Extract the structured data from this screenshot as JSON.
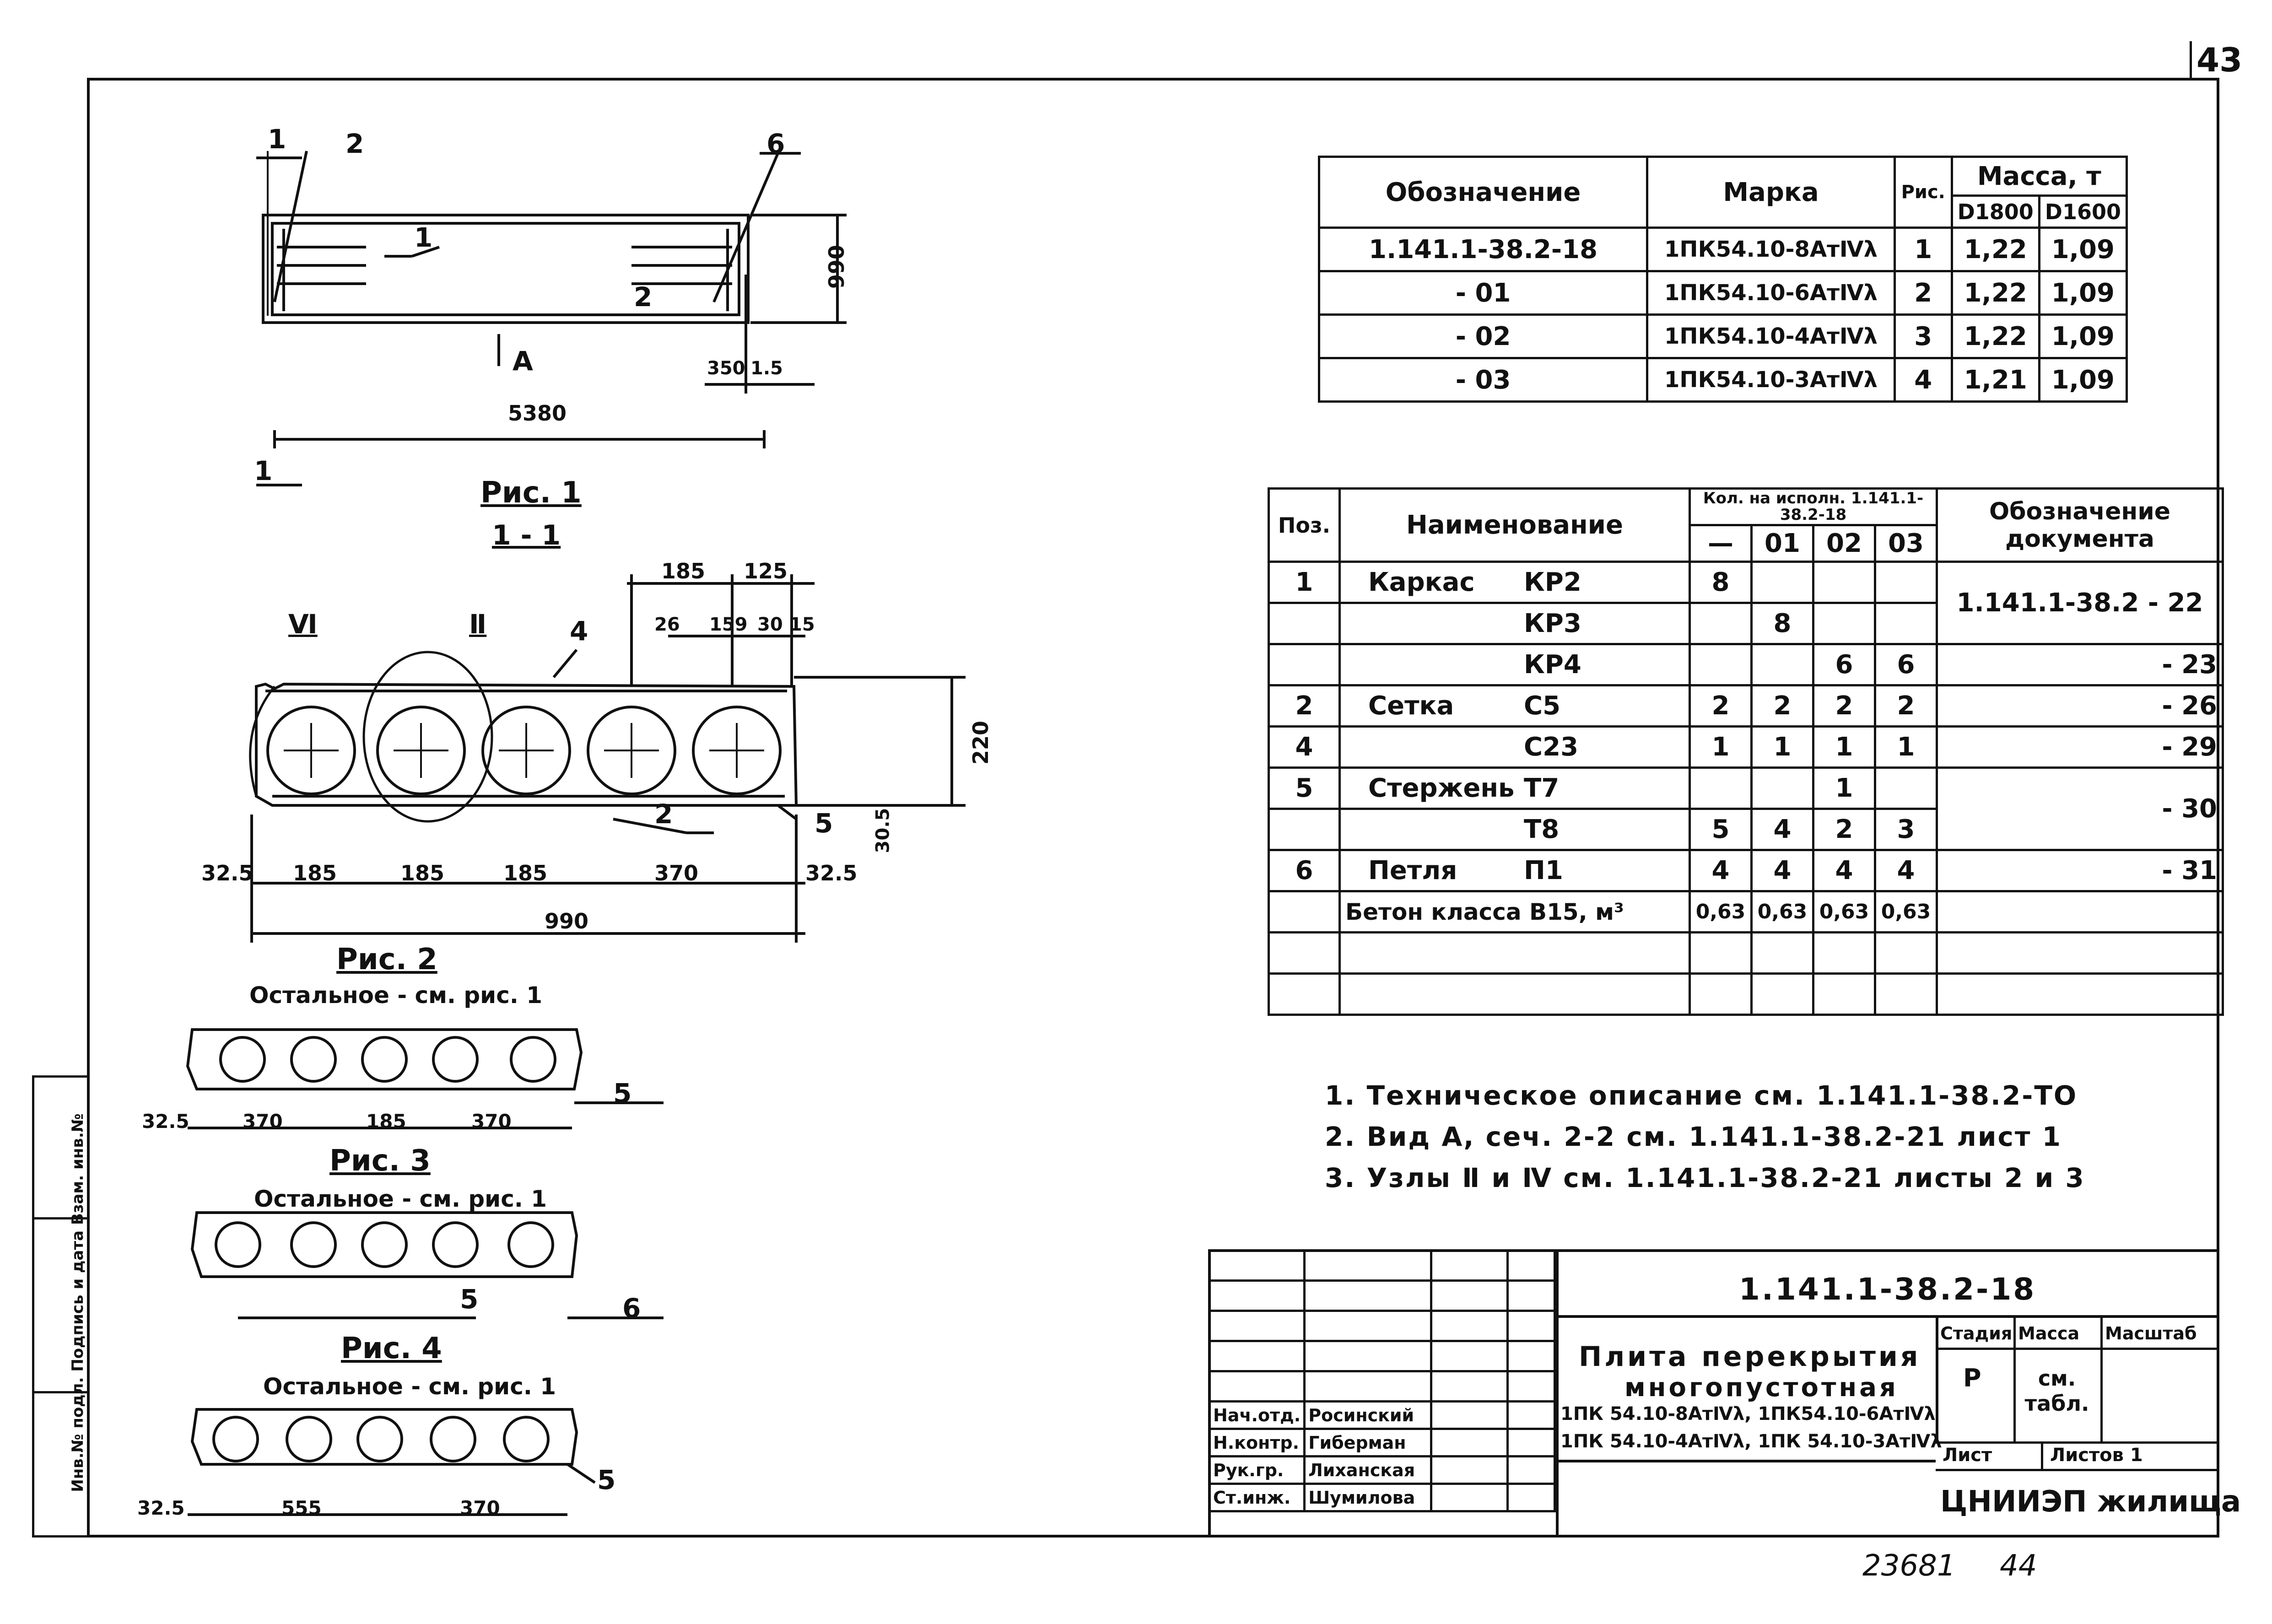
{
  "page_number": "43",
  "drawing_number": "23681",
  "sheet_ref": "44",
  "marks_table": {
    "headers": {
      "designation": "Обозначение",
      "mark": "Марка",
      "fig": "Рис.",
      "mass": "Масса, т",
      "mass_d1800": "D1800",
      "mass_d1600": "D1600"
    },
    "rows": [
      {
        "designation": "1.141.1-38.2-18",
        "mark": "1ПК54.10-8АтⅣλ",
        "fig": "1",
        "m1800": "1,22",
        "m1600": "1,09"
      },
      {
        "designation": "- 01",
        "mark": "1ПК54.10-6АтⅣλ",
        "fig": "2",
        "m1800": "1,22",
        "m1600": "1,09"
      },
      {
        "designation": "- 02",
        "mark": "1ПК54.10-4АтⅣλ",
        "fig": "3",
        "m1800": "1,22",
        "m1600": "1,09"
      },
      {
        "designation": "- 03",
        "mark": "1ПК54.10-3АтⅣλ",
        "fig": "4",
        "m1800": "1,21",
        "m1600": "1,09"
      }
    ]
  },
  "spec_table": {
    "headers": {
      "pos": "Поз.",
      "name": "Наименование",
      "qty": "Кол. на исполн. 1.141.1-38.2-18",
      "doc": "Обозначение документа",
      "col_base": "—",
      "col_01": "01",
      "col_02": "02",
      "col_03": "03"
    },
    "rows": [
      {
        "pos": "1",
        "group": "Каркас",
        "item": "КР2",
        "q0": "8",
        "q1": "",
        "q2": "",
        "q3": "",
        "doc": "1.141.1-38.2 - 22"
      },
      {
        "pos": "",
        "group": "",
        "item": "КР3",
        "q0": "",
        "q1": "8",
        "q2": "",
        "q3": "",
        "doc": ""
      },
      {
        "pos": "",
        "group": "",
        "item": "КР4",
        "q0": "",
        "q1": "",
        "q2": "6",
        "q3": "6",
        "doc": "- 23"
      },
      {
        "pos": "2",
        "group": "Сетка",
        "item": "С5",
        "q0": "2",
        "q1": "2",
        "q2": "2",
        "q3": "2",
        "doc": "- 26"
      },
      {
        "pos": "4",
        "group": "",
        "item": "С23",
        "q0": "1",
        "q1": "1",
        "q2": "1",
        "q3": "1",
        "doc": "- 29"
      },
      {
        "pos": "5",
        "group": "Стержень",
        "item": "Т7",
        "q0": "",
        "q1": "",
        "q2": "1",
        "q3": "",
        "doc": "- 30"
      },
      {
        "pos": "",
        "group": "",
        "item": "Т8",
        "q0": "5",
        "q1": "4",
        "q2": "2",
        "q3": "3",
        "doc": ""
      },
      {
        "pos": "6",
        "group": "Петля",
        "item": "П1",
        "q0": "4",
        "q1": "4",
        "q2": "4",
        "q3": "4",
        "doc": "- 31"
      },
      {
        "pos": "",
        "group": "Бетон класса В15, м³",
        "item": "",
        "q0": "0,63",
        "q1": "0,63",
        "q2": "0,63",
        "q3": "0,63",
        "doc": ""
      }
    ]
  },
  "notes": [
    "1. Техническое описание см. 1.141.1-38.2-ТО",
    "2. Вид А, сеч. 2-2 см. 1.141.1-38.2-21 лист 1",
    "3. Узлы Ⅱ и Ⅳ см. 1.141.1-38.2-21 листы 2 и 3"
  ],
  "title_block": {
    "code": "1.141.1-38.2-18",
    "title_line1": "Плита перекрытия",
    "title_line2": "многопустотная",
    "marks_line1": "1ПК 54.10-8АтⅣλ, 1ПК54.10-6АтⅣλ",
    "marks_line2": "1ПК 54.10-4АтⅣλ, 1ПК 54.10-3АтⅣλ",
    "stage_label": "Стадия",
    "stage": "Р",
    "mass_label": "Масса",
    "mass": "см. табл.",
    "scale_label": "Масштаб",
    "sheet_label": "Лист",
    "sheets_label": "Листов 1",
    "org": "ЦНИИЭП жилища",
    "signers": [
      {
        "role": "Нач.отд.",
        "name": "Росинский"
      },
      {
        "role": "Н.контр.",
        "name": "Гиберман"
      },
      {
        "role": "Рук.гр.",
        "name": "Лиханская"
      },
      {
        "role": "Ст.инж.",
        "name": "Шумилова"
      }
    ]
  },
  "side_label": "Инв.№ подл.   Подпись и дата   Взам. инв.№",
  "figures": {
    "plan": {
      "dims": {
        "length": "5380",
        "width": "990",
        "d350": "350",
        "d15": "1.5"
      },
      "labels": {
        "l1": "1",
        "l2": "2",
        "l6": "6",
        "lA": "A",
        "sec2": "2",
        "inner1": "1"
      }
    },
    "fig1": {
      "title": "Рис. 1",
      "section": "1 - 1",
      "dims": {
        "d185a": "185",
        "d125": "125",
        "d26": "26",
        "d159": "159",
        "d30": "30",
        "d15": "15",
        "h220": "220",
        "b305": "30.5",
        "w325": "32.5",
        "s1": "185",
        "s2": "185",
        "s3": "185",
        "s4": "370",
        "w325b": "32.5",
        "total": "990"
      },
      "labels": {
        "vi": "Ⅵ",
        "ii": "Ⅱ",
        "p4": "4",
        "p2": "2",
        "p5": "5"
      }
    },
    "fig2": {
      "title": "Рис. 2",
      "subtitle": "Остальное - см. рис. 1",
      "dims": {
        "a": "32.5",
        "b": "370",
        "c": "185",
        "d": "370"
      },
      "labels": {
        "p5": "5"
      }
    },
    "fig3": {
      "title": "Рис. 3",
      "subtitle": "Остальное - см. рис. 1",
      "labels": {
        "p5": "5",
        "p6": "6"
      }
    },
    "fig4": {
      "title": "Рис. 4",
      "subtitle": "Остальное - см. рис. 1",
      "dims": {
        "a": "32.5",
        "b": "555",
        "c": "370"
      },
      "labels": {
        "p5": "5"
      }
    }
  }
}
